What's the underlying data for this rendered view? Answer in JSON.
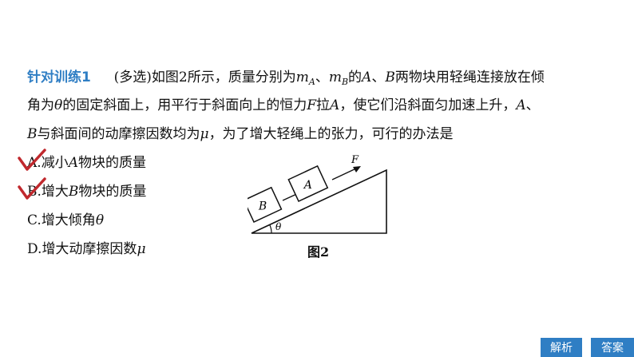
{
  "question": {
    "heading": "针对训练1",
    "line1": {
      "prefix": "(多选)如图2所示，质量分别为",
      "mA_m": "m",
      "mA_sub": "A",
      "sep": "、",
      "mB_m": "m",
      "mB_sub": "B",
      "de": "的",
      "A": "A",
      "dun": "、",
      "B": "B",
      "rest": "两物块用轻绳连接放在倾"
    },
    "line2": {
      "p1": "角为",
      "theta": "θ",
      "p2": "的固定斜面上，用平行于斜面向上的恒力",
      "F": "F",
      "p3": "拉",
      "A": "A",
      "p4": "，使它们沿斜面匀加速上升，",
      "A2": "A",
      "p5": "、"
    },
    "line3": {
      "B": "B",
      "p1": "与斜面间的动摩擦因数均为",
      "mu": "μ",
      "p2": "，为了增大轻绳上的张力，可行的办法是"
    }
  },
  "options": [
    {
      "letter": "A.",
      "pre": "减小",
      "var": "A",
      "post": "物块的质量",
      "checked": true
    },
    {
      "letter": "B.",
      "pre": "增大",
      "var": "B",
      "post": "物块的质量",
      "checked": true
    },
    {
      "letter": "C.",
      "pre": "增大倾角",
      "var": "θ",
      "post": "",
      "checked": false
    },
    {
      "letter": "D.",
      "pre": "增大动摩擦因数",
      "var": "μ",
      "post": "",
      "checked": false
    }
  ],
  "figure": {
    "label_F": "F",
    "label_A": "A",
    "label_B": "B",
    "label_theta": "θ",
    "caption": "图2"
  },
  "buttons": {
    "analysis": "解析",
    "answer": "答案"
  },
  "colors": {
    "accent": "#2f7ec4",
    "check": "#c0282d"
  }
}
